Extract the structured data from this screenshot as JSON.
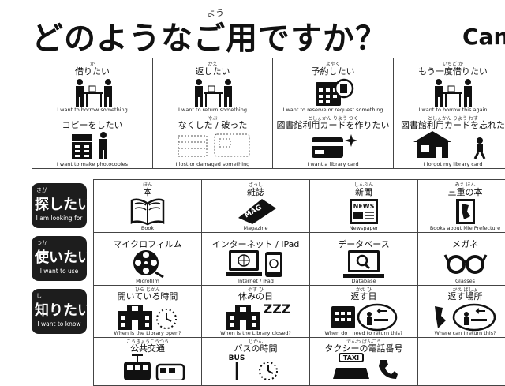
{
  "title": {
    "text": "どのようなご用ですか？",
    "ruby": "よう",
    "cut": "Can"
  },
  "top_rows": [
    [
      {
        "ruby": "か",
        "jp": "借りたい",
        "en": "I want to borrow something",
        "icon": "borrow-icon"
      },
      {
        "ruby": "かえ",
        "jp": "返したい",
        "en": "I want to return something",
        "icon": "return-icon"
      },
      {
        "ruby": "よやく",
        "jp": "予約したい",
        "en": "I want to reserve or request something",
        "icon": "reserve-calendar-icon"
      },
      {
        "ruby": "いちど か",
        "jp": "もう一度借りたい",
        "en": "I want to borrow this again",
        "icon": "borrow-again-icon"
      }
    ],
    [
      {
        "ruby": "",
        "jp": "コピーをしたい",
        "en": "I want to make photocopies",
        "icon": "photocopier-icon"
      },
      {
        "ruby": "やぶ",
        "jp": "なくした / 破った",
        "en": "I lost or damaged something",
        "icon": "damaged-items-icon"
      },
      {
        "ruby": "としょかん りよう つく",
        "jp": "図書館利用カードを作りたい",
        "en": "I want a library card",
        "icon": "library-card-icon"
      },
      {
        "ruby": "としょかん りよう わす",
        "jp": "図書館利用カードを忘れた",
        "en": "I forgot my library card",
        "icon": "forgot-card-icon"
      }
    ]
  ],
  "side_labels": [
    {
      "ruby": "さが",
      "jp": "探したい",
      "en": "I am looking for"
    },
    {
      "ruby": "つか",
      "jp": "使いたい",
      "en": "I want to use"
    },
    {
      "ruby": "し",
      "jp": "知りたい",
      "en": "I want to know"
    }
  ],
  "grid_rows": [
    [
      {
        "ruby": "ほん",
        "jp": "本",
        "en": "Book",
        "icon": "book-icon"
      },
      {
        "ruby": "ざっし",
        "jp": "雑誌",
        "en": "Magazine",
        "icon": "magazine-icon",
        "badge": "MAG"
      },
      {
        "ruby": "しんぶん",
        "jp": "新聞",
        "en": "Newspaper",
        "icon": "newspaper-icon",
        "badge": "NEWS"
      },
      {
        "ruby": "みえ ほん",
        "jp": "三重の本",
        "en": "Books about Mie Prefecture",
        "icon": "mie-book-icon"
      }
    ],
    [
      {
        "ruby": "",
        "jp": "マイクロフィルム",
        "en": "Microfilm",
        "icon": "film-reel-icon"
      },
      {
        "ruby": "",
        "jp": "インターネット / iPad",
        "en": "Internet / iPad",
        "icon": "computer-tablet-icon"
      },
      {
        "ruby": "",
        "jp": "データベース",
        "en": "Database",
        "icon": "database-search-icon"
      },
      {
        "ruby": "",
        "jp": "メガネ",
        "en": "Glasses",
        "icon": "glasses-icon"
      }
    ],
    [
      {
        "ruby": "ひら じかん",
        "jp": "開いている時間",
        "en": "When is the Library open?",
        "icon": "library-clock-icon"
      },
      {
        "ruby": "やす ひ",
        "jp": "休みの日",
        "en": "When is the Library closed?",
        "icon": "library-sleep-icon",
        "badge": "ZZZ"
      },
      {
        "ruby": "かえ ひ",
        "jp": "返す日",
        "en": "When do I need to return this?",
        "icon": "return-date-icon"
      },
      {
        "ruby": "かえ ばしょ",
        "jp": "返す場所",
        "en": "Where can I return this?",
        "icon": "return-place-icon"
      }
    ],
    [
      {
        "ruby": "こうきょうこうつう",
        "jp": "公共交通",
        "en": "",
        "icon": "train-bus-icon"
      },
      {
        "ruby": "じかん",
        "jp": "バスの時間",
        "en": "",
        "icon": "bus-clock-icon",
        "badge": "BUS"
      },
      {
        "ruby": "でんわ ばんごう",
        "jp": "タクシーの電話番号",
        "en": "",
        "icon": "taxi-phone-icon",
        "badge": "TAXI"
      },
      {
        "ruby": "",
        "jp": "",
        "en": "",
        "icon": ""
      }
    ]
  ]
}
